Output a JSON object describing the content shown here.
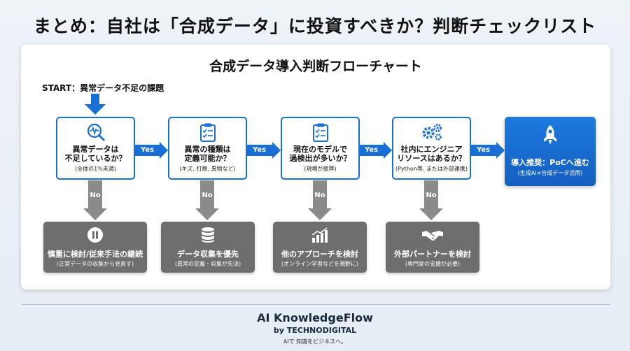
{
  "page": {
    "title": "まとめ：自社は「合成データ」に投資すべきか？判断チェックリスト"
  },
  "flowchart": {
    "title": "合成データ導入判断フローチャート",
    "start": "START：異常データ不足の課題",
    "yes_label": "Yes",
    "no_label": "No",
    "questions": [
      {
        "icon": "magnifier-pulse-icon",
        "text1": "異常データは",
        "text2": "不足しているか？",
        "sub": "(全体の1%未満)"
      },
      {
        "icon": "clipboard-checklist-icon",
        "text1": "異常の種類は",
        "text2": "定義可能か？",
        "sub": "(キズ, 打痕, 異物など)"
      },
      {
        "icon": "clipboard-checklist-icon",
        "text1": "現在のモデルで",
        "text2": "過検出が多いか？",
        "sub": "(現場が疲弊)"
      },
      {
        "icon": "gears-icon",
        "text1": "社内にエンジニア",
        "text2": "リソースはあるか？",
        "sub": "(Python等, または外部連携)"
      }
    ],
    "results": [
      {
        "icon": "pause-icon",
        "text": "慎重に検討/従来手法の継続",
        "sub": "(正常データの収集から見直す)"
      },
      {
        "icon": "database-icon",
        "text": "データ収集を優先",
        "sub": "(異常の定義・収集が先決)"
      },
      {
        "icon": "growth-chart-icon",
        "text": "他のアプローチを検討",
        "sub": "(オンライン学習などを視野に)"
      },
      {
        "icon": "handshake-icon",
        "text": "外部パートナーを検討",
        "sub": "(専門家の支援が必要)"
      }
    ],
    "final": {
      "icon": "rocket-icon",
      "text": "導入推奨：PoCへ進む",
      "sub": "(生成AI×合成データ活用)"
    }
  },
  "footer": {
    "brand": "AI KnowledgeFlow",
    "by": "by TECHNODIGITAL",
    "tagline": "AIで 知識をビジネスへ。"
  },
  "colors": {
    "accent": "#1a6fd6",
    "gray": "#6e6e6e",
    "arrow_gray": "#8a8a8a"
  }
}
